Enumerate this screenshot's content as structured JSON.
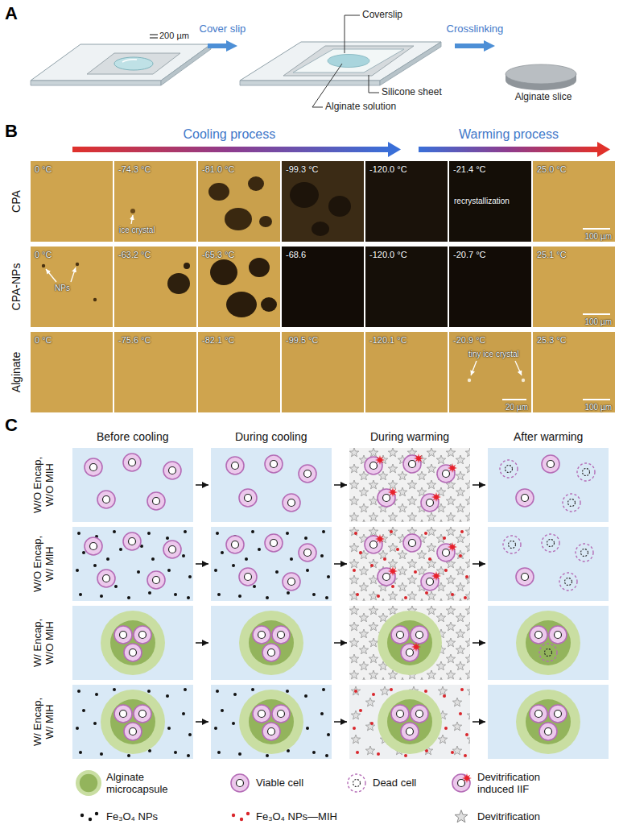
{
  "diagram": {
    "nodes": [
      {
        "text": [
          "200 µm"
        ]
      },
      {
        "text": [
          "Coverslip",
          "Silicone sheet",
          "Alginate solution"
        ]
      },
      {
        "text": [
          "Alginate slice"
        ]
      },
      {
        "text": [
          "0 °C"
        ]
      },
      {
        "text": [
          "-74.3 °C",
          "ice crystal"
        ]
      },
      {
        "text": [
          "-81.0 °C"
        ]
      },
      {
        "text": [
          "-99.3 °C"
        ]
      },
      {
        "text": [
          "-120.0 °C"
        ]
      },
      {
        "text": [
          "-21.4 °C",
          "recrystallization"
        ]
      },
      {
        "text": [
          "25.0 °C",
          "100 µm"
        ]
      },
      {
        "text": [
          "0 °C",
          "NPs"
        ]
      },
      {
        "text": [
          "-63.2 °C"
        ]
      },
      {
        "text": [
          "-65.3 °C"
        ]
      },
      {
        "text": [
          "-68.6"
        ]
      },
      {
        "text": [
          "-120.0 °C"
        ]
      },
      {
        "text": [
          "-20.7 °C"
        ]
      },
      {
        "text": [
          "25.1 °C",
          "100 µm"
        ]
      },
      {
        "text": [
          "0 °C"
        ]
      },
      {
        "text": [
          "-75.6 °C"
        ]
      },
      {
        "text": [
          "-82.1 °C"
        ]
      },
      {
        "text": [
          "-99.5 °C"
        ]
      },
      {
        "text": [
          "-120.1 °C"
        ]
      },
      {
        "text": [
          "-20.9 °C",
          "tiny ice crystal",
          "20 µm"
        ]
      },
      {
        "text": [
          "25.3 °C",
          "100 µm"
        ]
      }
    ],
    "edges": [
      {
        "from": 0,
        "to": 1,
        "label": "Cover slip",
        "arrow": "to"
      },
      {
        "from": 1,
        "to": 2,
        "label": "Crosslinking",
        "arrow": "to"
      }
    ],
    "labels": [
      "A",
      "B",
      "Cooling process",
      "Warming process",
      "CPA",
      "CPA-NPs",
      "Alginate",
      "C",
      "Before cooling",
      "During cooling",
      "During warming",
      "After warming",
      "W/O Encap, W/O MIH",
      "W/O Encap, W/ MIH",
      "W/ Encap, W/O MIH",
      "W/ Encap, W/ MIH"
    ],
    "legend": [
      {
        "text": "Alginate microcapsule"
      },
      {
        "text": "Viable cell"
      },
      {
        "text": "Dead cell"
      },
      {
        "text": "Devitrification induced IIF"
      },
      {
        "text": "Fe₃O₄ NPs"
      },
      {
        "text": "Fe₃O₄ NPs—MIH"
      },
      {
        "text": "Devitrification"
      }
    ]
  }
}
